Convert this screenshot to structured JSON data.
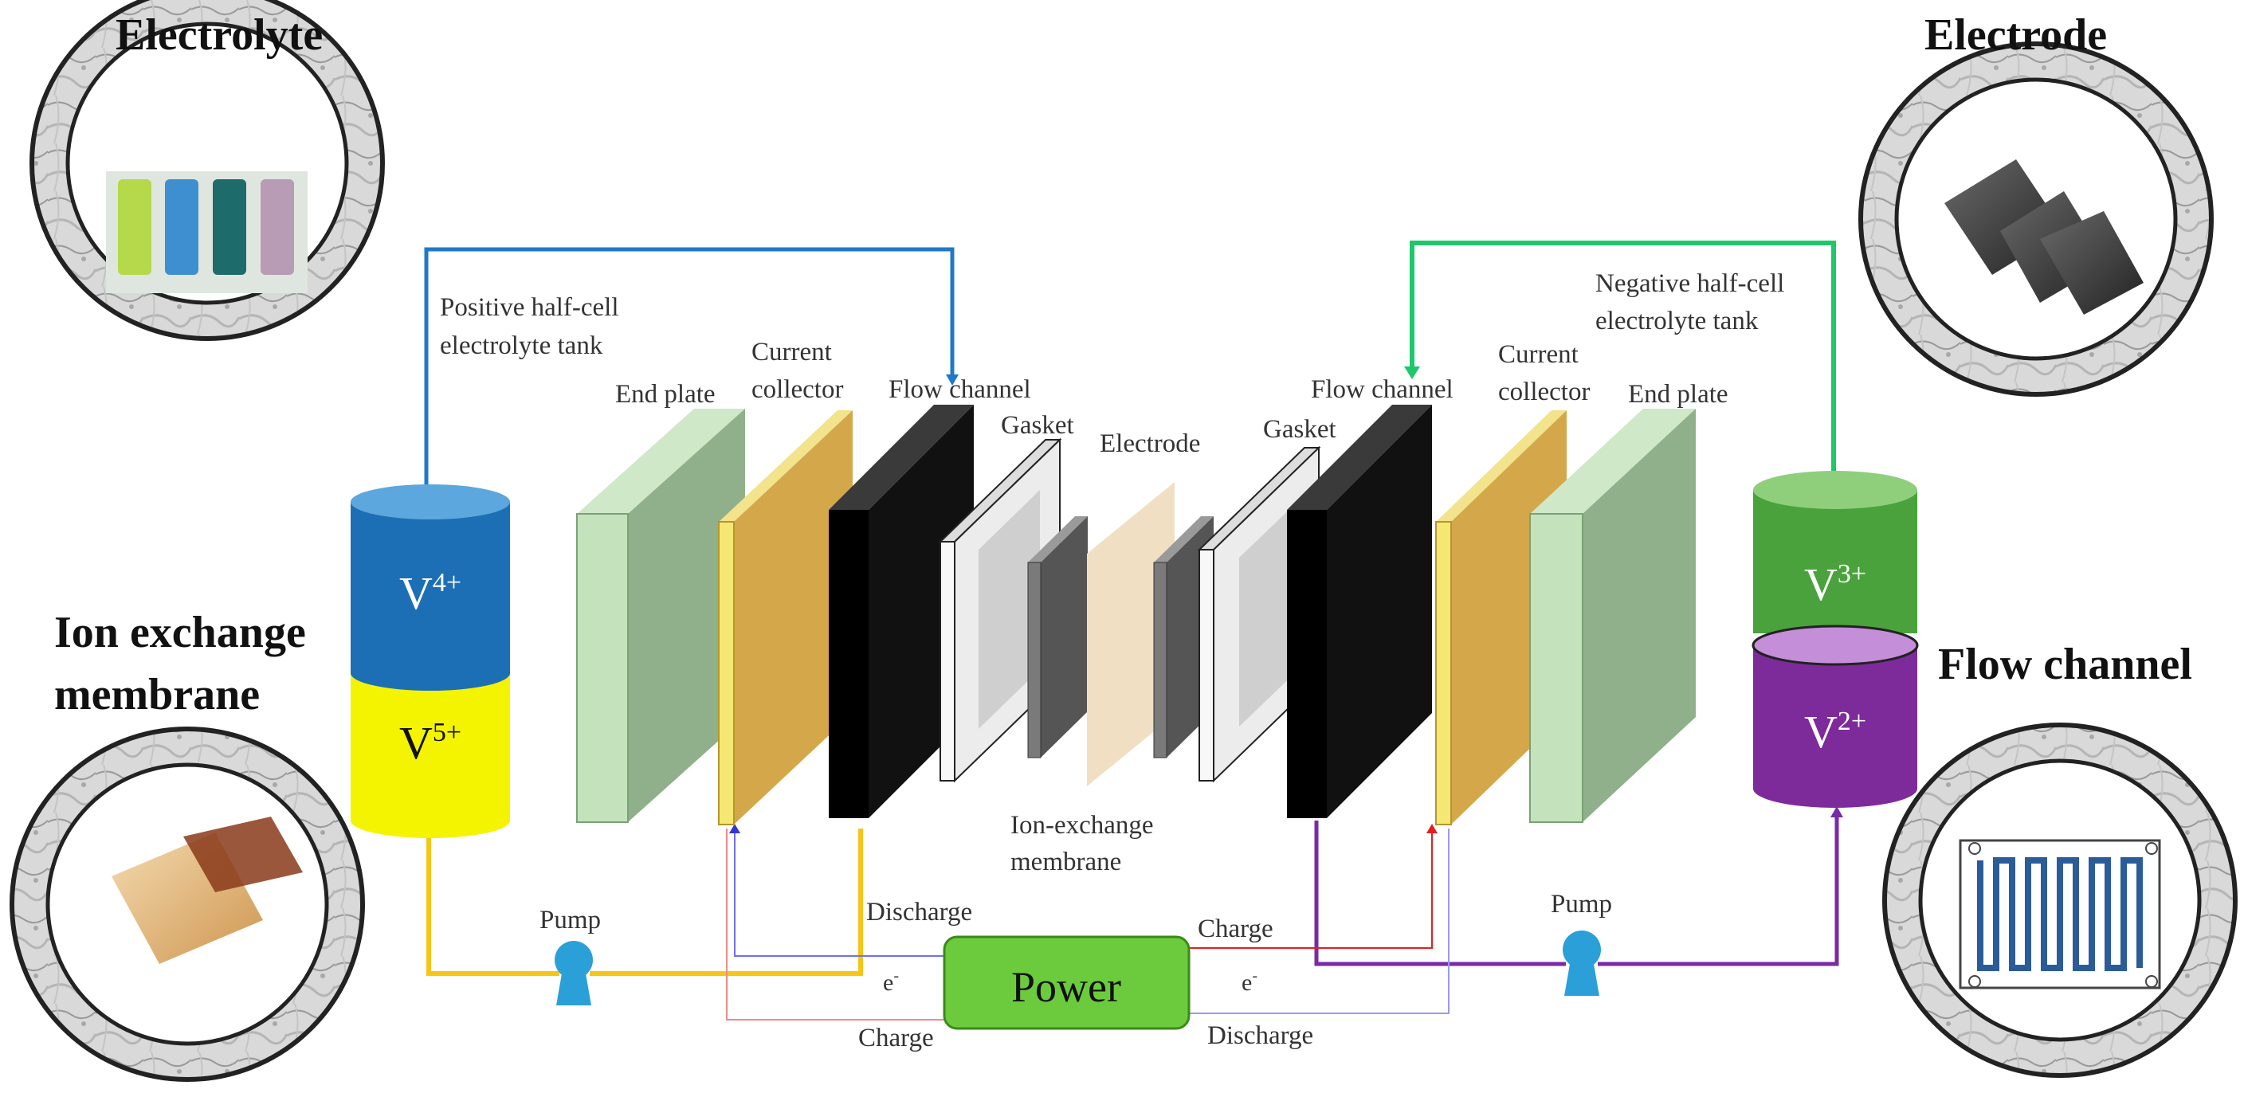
{
  "headings": {
    "electrolyte": "Electrolyte",
    "electrode": "Electrode",
    "ion_exchange_line1": "Ion exchange",
    "ion_exchange_line2": "membrane",
    "flow_channel": "Flow channel"
  },
  "tanks": {
    "positive_label_line1": "Positive half-cell",
    "positive_label_line2": "electrolyte tank",
    "negative_label_line1": "Negative half-cell",
    "negative_label_line2": "electrolyte tank",
    "v4": {
      "base": "V",
      "sup": "4+"
    },
    "v5": {
      "base": "V",
      "sup": "5+"
    },
    "v3": {
      "base": "V",
      "sup": "3+"
    },
    "v2": {
      "base": "V",
      "sup": "2+"
    }
  },
  "stack": {
    "end_plate_left": "End plate",
    "current_collector_left_1": "Current",
    "current_collector_left_2": "collector",
    "flow_channel_left": "Flow channel",
    "gasket_left": "Gasket",
    "electrode": "Electrode",
    "gasket_right": "Gasket",
    "flow_channel_right": "Flow channel",
    "current_collector_right_1": "Current",
    "current_collector_right_2": "collector",
    "end_plate_right": "End plate",
    "membrane_1": "Ion-exchange",
    "membrane_2": "membrane"
  },
  "circuit": {
    "pump_left": "Pump",
    "pump_right": "Pump",
    "power": "Power",
    "discharge_left": "Discharge",
    "charge_left": "Charge",
    "charge_right": "Charge",
    "discharge_right": "Discharge",
    "electron_left": "e",
    "electron_right": "e",
    "electron_sup": "-"
  },
  "colors": {
    "blue_line": "#1f78c8",
    "green_line": "#1ec86a",
    "yellow_line": "#f5c518",
    "purple_line": "#7a2aa6",
    "v4_fill": "#1d6fb5",
    "v5_fill": "#f4f400",
    "v3_fill": "#4aa23c",
    "v2_fill": "#7d2b9a",
    "end_plate": "#8fb08a",
    "collector": "#d4a84a",
    "power_fill": "#6ccb3d"
  }
}
